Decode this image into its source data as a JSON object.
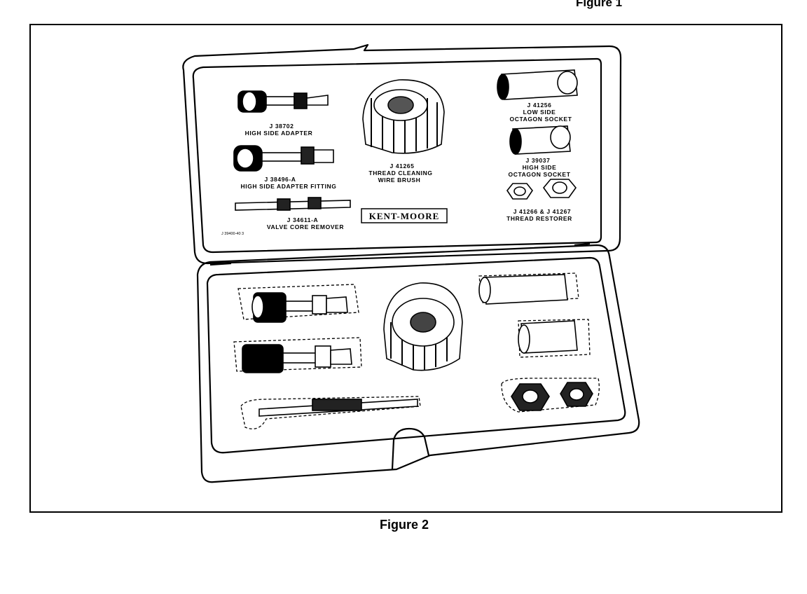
{
  "figure_top_caption": "Figure 1",
  "figure_caption": "Figure 2",
  "lid_labels": {
    "high_side_adapter": [
      "J 38702",
      "HIGH SIDE ADAPTER"
    ],
    "high_side_adapter_fitting": [
      "J 38496-A",
      "HIGH SIDE ADAPTER FITTING"
    ],
    "valve_core_remover": [
      "J 34611-A",
      "VALVE CORE REMOVER"
    ],
    "wire_brush": [
      "J 41265",
      "THREAD CLEANING",
      "WIRE BRUSH"
    ],
    "low_side_socket": [
      "J 41256",
      "LOW SIDE",
      "OCTAGON SOCKET"
    ],
    "high_side_socket": [
      "J 39037",
      "HIGH SIDE",
      "OCTAGON SOCKET"
    ],
    "thread_restorer": [
      "J 41266 & J 41267",
      "THREAD RESTORER"
    ],
    "brand": "KENT-MOORE",
    "part_number": "J 39400-40 3"
  }
}
